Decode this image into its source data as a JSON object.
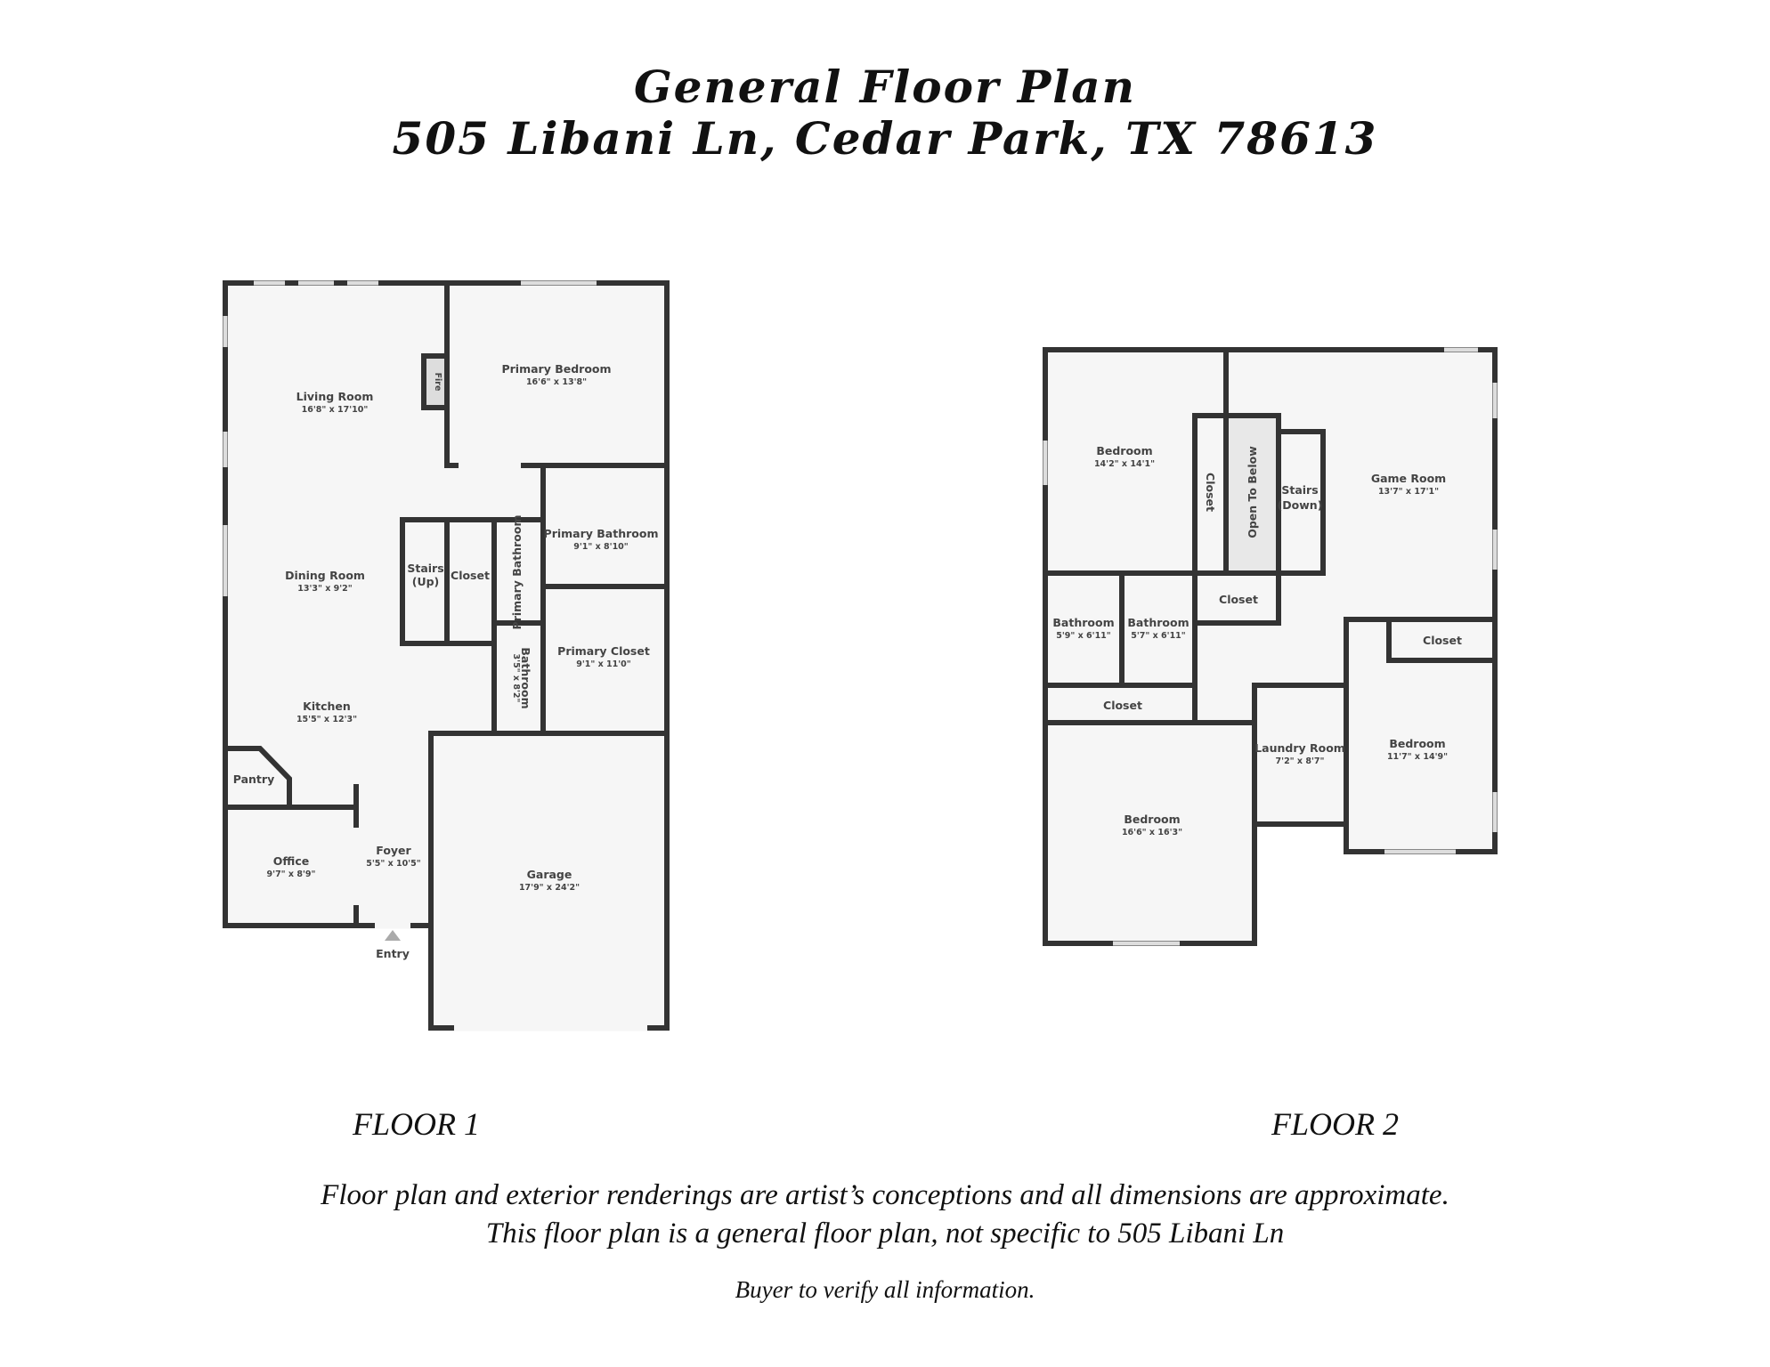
{
  "header": {
    "title": "General Floor Plan",
    "address": "505 Libani Ln, Cedar Park, TX 78613"
  },
  "floor1": {
    "label": "FLOOR 1",
    "rooms": {
      "living": {
        "name": "Living Room",
        "dims": "16'8\" x 17'10\""
      },
      "primary_bedroom": {
        "name": "Primary Bedroom",
        "dims": "16'6\" x 13'8\""
      },
      "fire": {
        "name": "Fire"
      },
      "dining": {
        "name": "Dining Room",
        "dims": "13'3\" x 9'2\""
      },
      "stairs": {
        "name": "Stairs",
        "sub": "(Up)"
      },
      "closet": {
        "name": "Closet"
      },
      "primary_bath_small": {
        "name": "Primary Bathroom"
      },
      "primary_bathroom": {
        "name": "Primary Bathroom",
        "dims": "9'1\" x 8'10\""
      },
      "bathroom": {
        "name": "Bathroom",
        "dims": "3'5\" x 8'2\""
      },
      "primary_closet": {
        "name": "Primary Closet",
        "dims": "9'1\" x 11'0\""
      },
      "kitchen": {
        "name": "Kitchen",
        "dims": "15'5\" x 12'3\""
      },
      "pantry": {
        "name": "Pantry"
      },
      "office": {
        "name": "Office",
        "dims": "9'7\" x 8'9\""
      },
      "foyer": {
        "name": "Foyer",
        "dims": "5'5\" x 10'5\""
      },
      "garage": {
        "name": "Garage",
        "dims": "17'9\" x 24'2\""
      },
      "entry": {
        "name": "Entry"
      }
    }
  },
  "floor2": {
    "label": "FLOOR 2",
    "rooms": {
      "bedroom1": {
        "name": "Bedroom",
        "dims": "14'2\" x 14'1\""
      },
      "closet_v": {
        "name": "Closet"
      },
      "open_below": {
        "name": "Open To Below"
      },
      "stairs": {
        "name": "Stairs",
        "sub": "(Down)"
      },
      "game": {
        "name": "Game Room",
        "dims": "13'7\" x 17'1\""
      },
      "closet_mid": {
        "name": "Closet"
      },
      "bath1": {
        "name": "Bathroom",
        "dims": "5'9\" x 6'11\""
      },
      "bath2": {
        "name": "Bathroom",
        "dims": "5'7\" x 6'11\""
      },
      "closet_right": {
        "name": "Closet"
      },
      "closet_left": {
        "name": "Closet"
      },
      "laundry": {
        "name": "Laundry Room",
        "dims": "7'2\" x 8'7\""
      },
      "bedroom2": {
        "name": "Bedroom",
        "dims": "11'7\" x 14'9\""
      },
      "bedroom3": {
        "name": "Bedroom",
        "dims": "16'6\" x 16'3\""
      }
    }
  },
  "footer": {
    "disclaimer1": "Floor plan and exterior renderings are artist’s conceptions and all dimensions are approximate.",
    "disclaimer2": "This floor plan is a general floor plan, not specific to 505 Libani Ln",
    "verify": "Buyer to verify all information."
  }
}
